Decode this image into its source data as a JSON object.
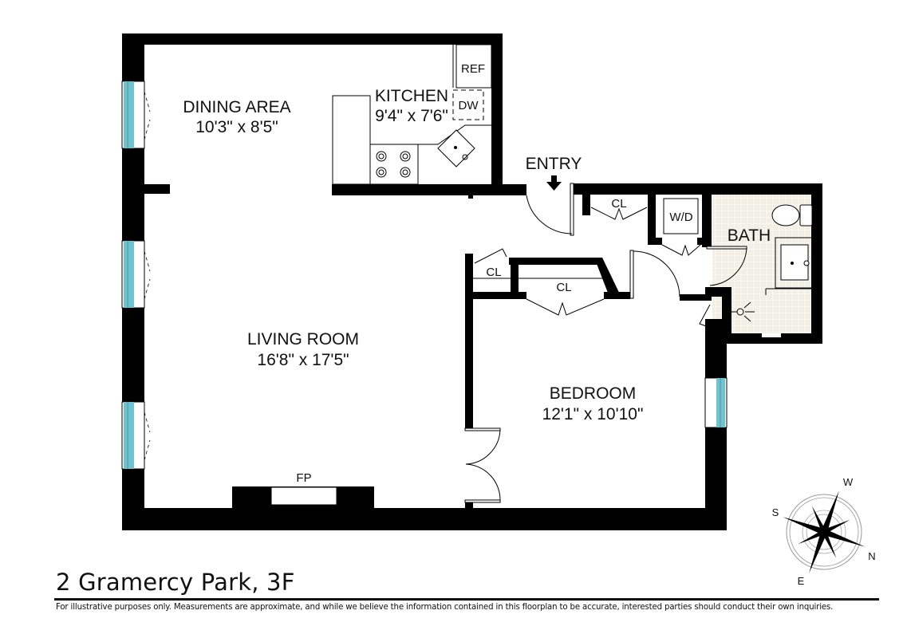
{
  "listing": {
    "title": "2 Gramercy Park, 3F",
    "disclaimer": "For illustrative purposes only.  Measurements are approximate, and while we believe the information contained in this floorplan to be accurate, interested parties should conduct their own inquiries."
  },
  "rooms": {
    "dining": {
      "name": "DINING AREA",
      "dims": "10'3\" x 8'5\""
    },
    "kitchen": {
      "name": "KITCHEN",
      "dims": "9'4\" x 7'6\""
    },
    "living": {
      "name": "LIVING ROOM",
      "dims": "16'8\" x 17'5\""
    },
    "bedroom": {
      "name": "BEDROOM",
      "dims": "12'1\" x 10'10\""
    },
    "bath": {
      "name": "BATH"
    }
  },
  "fixtures": {
    "ref": "REF",
    "dw": "DW",
    "wd": "W/D",
    "fp": "FP",
    "closet_entry": "CL",
    "closet_bed_small": "CL",
    "closet_bed_large": "CL"
  },
  "entry": {
    "label": "ENTRY"
  },
  "compass": {
    "n": "N",
    "s": "S",
    "e": "E",
    "w": "W"
  },
  "colors": {
    "wall": "#000000",
    "window_glass": "#6fc3cf",
    "bath_tile": "#f3efe4",
    "background": "#ffffff"
  }
}
